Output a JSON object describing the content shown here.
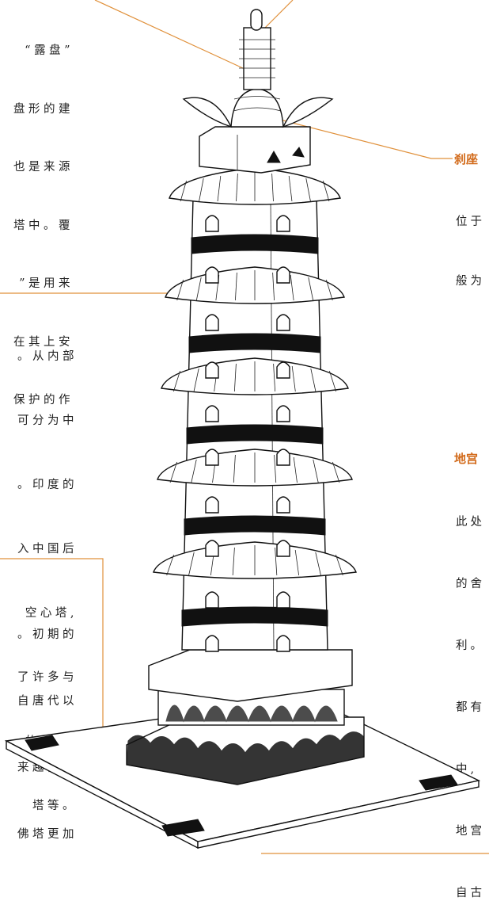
{
  "blocks": {
    "top": [
      "“露盘”",
      "盘形的建",
      "也是来源",
      "塔中。覆",
      "”是用来",
      "在其上安",
      "保护的作"
    ],
    "middle": [
      "。从内部",
      "可分为中",
      "。印度的",
      "入中国后",
      "空心塔,",
      "了许多与",
      "的功能,",
      "塔等。"
    ],
    "lower": [
      "。初期的",
      "自唐代以",
      "来越高大",
      "佛塔更加"
    ],
    "right1_heading": "刹座",
    "right1": [
      "位于",
      "般为"
    ],
    "right2_heading": "地宫",
    "right2": [
      "此处",
      "的舍",
      "利。",
      "都有",
      "中,",
      "地宫",
      "自古"
    ]
  },
  "colors": {
    "accent": "#d26a1a",
    "leader": "#e0903a"
  }
}
